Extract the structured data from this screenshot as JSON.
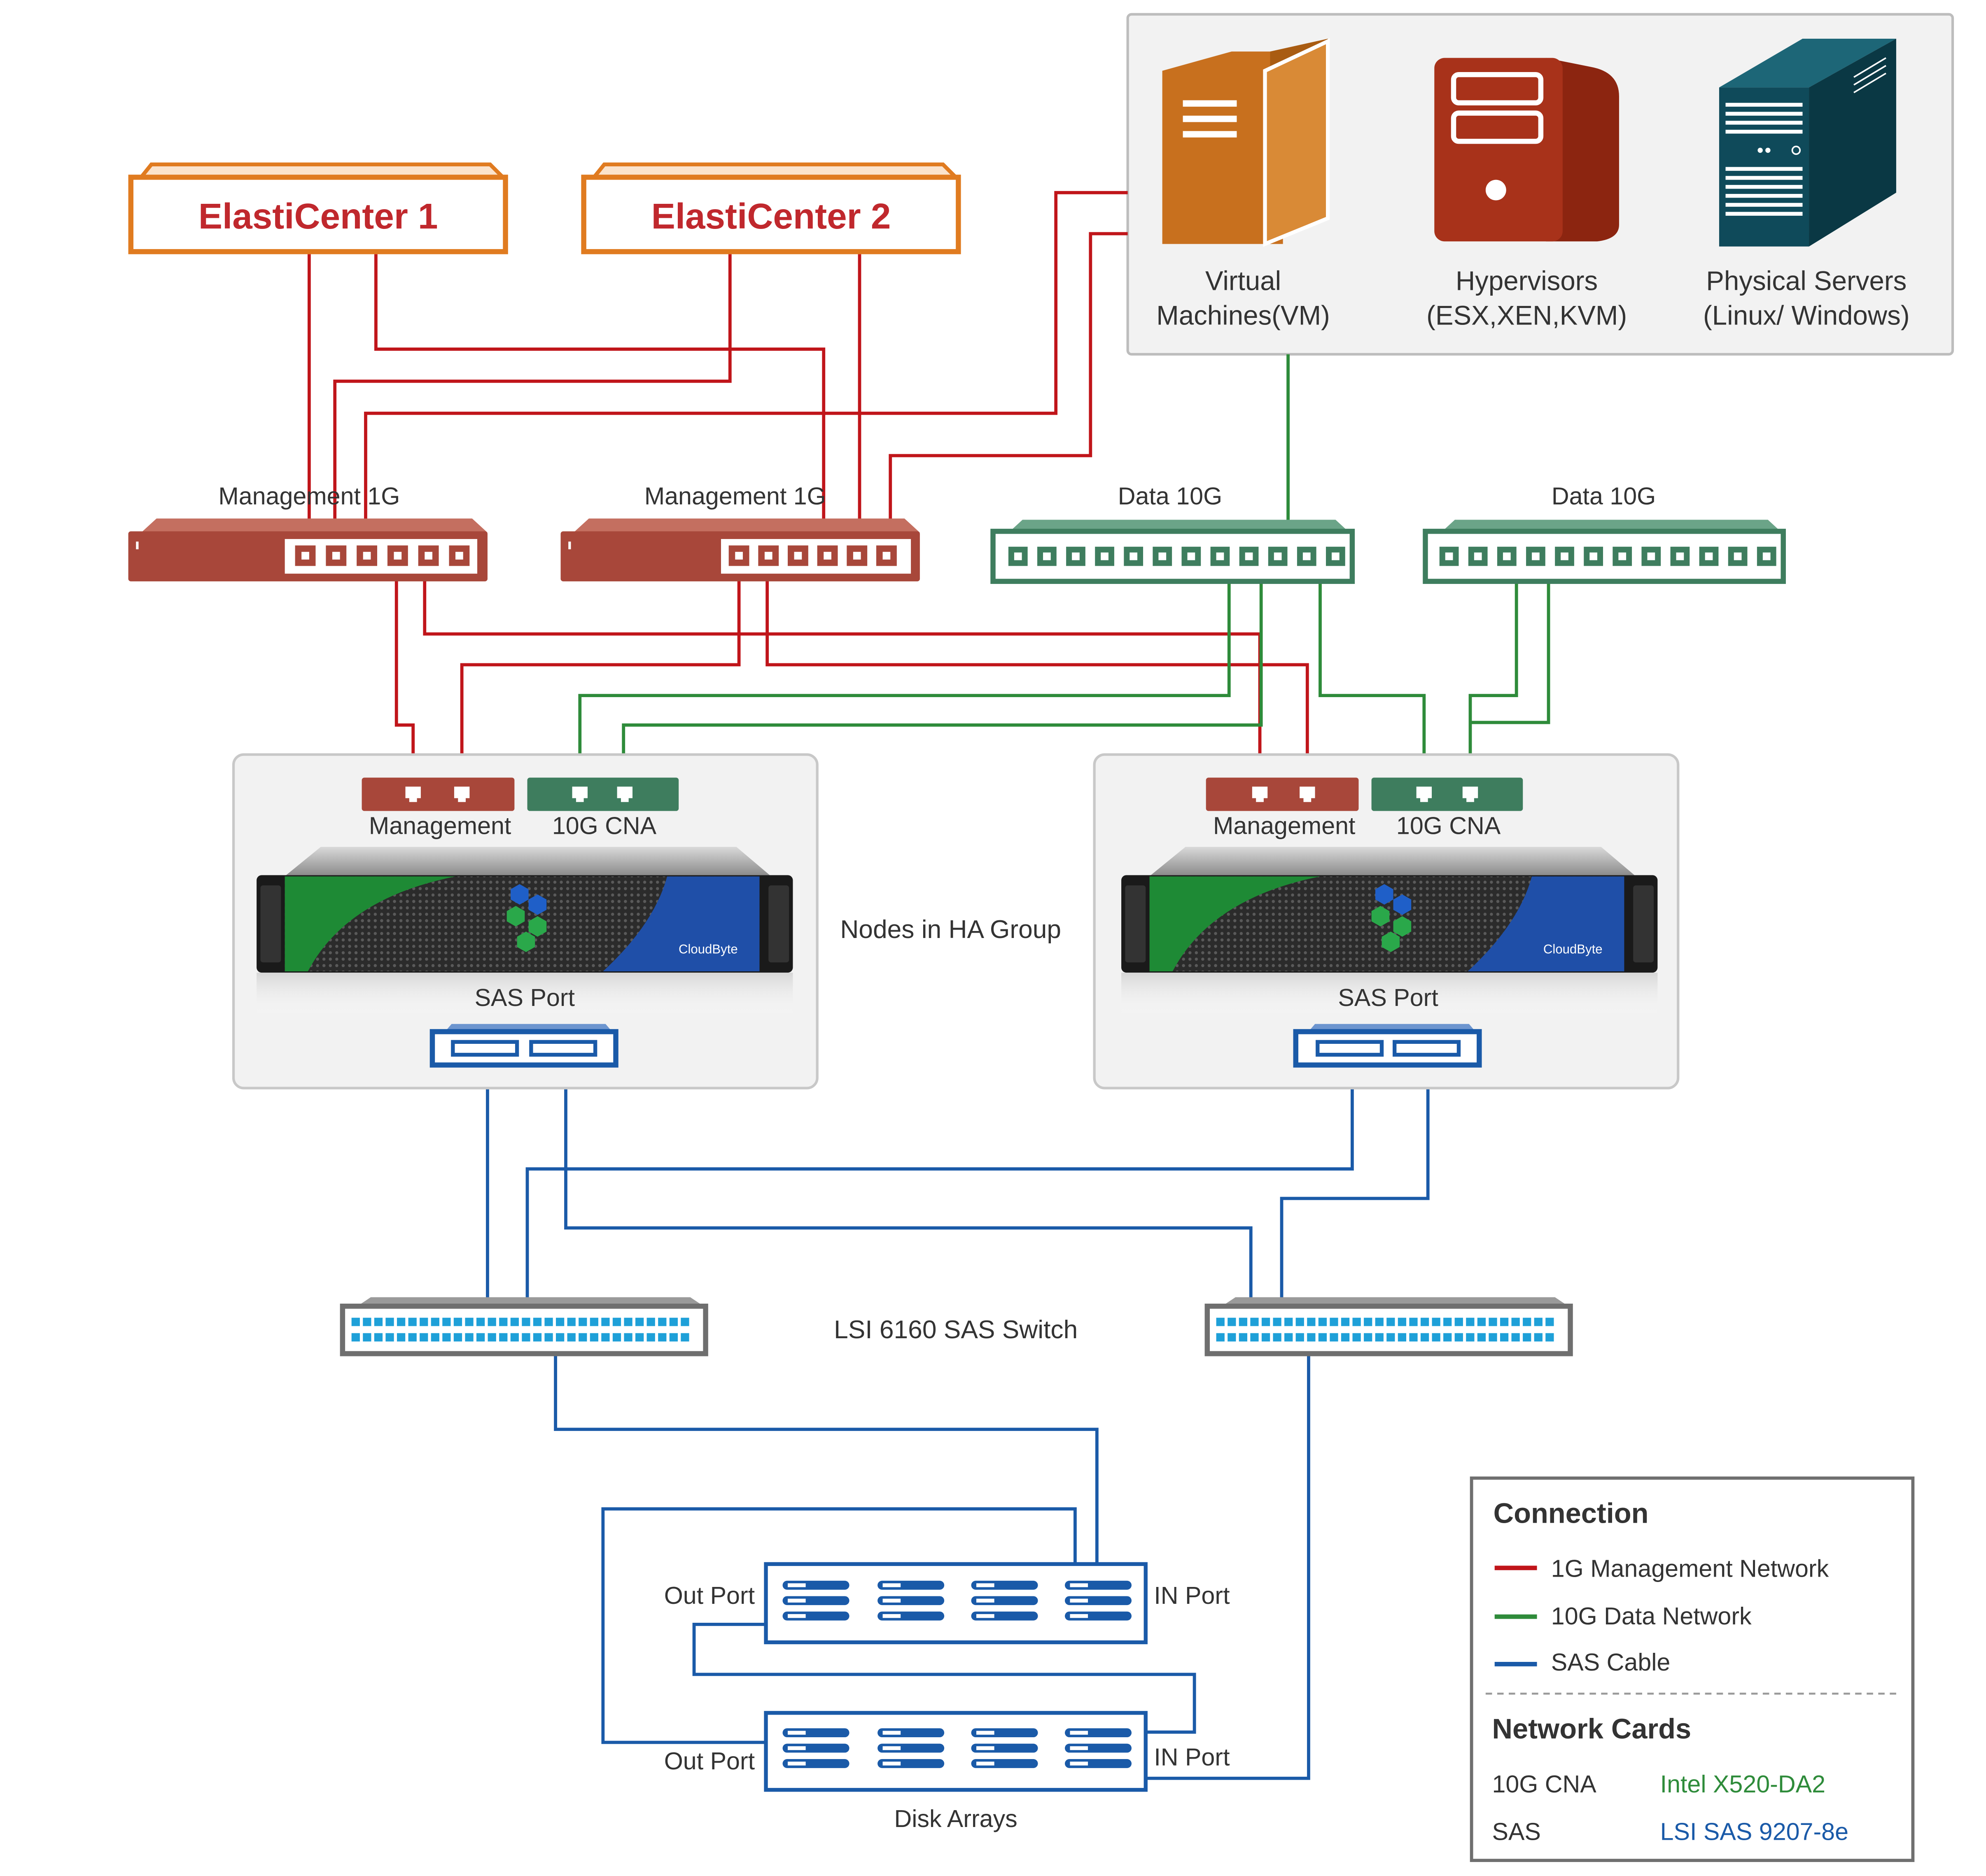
{
  "colors": {
    "management": "#c0151a",
    "data": "#2e8b3a",
    "sas": "#1a5aa8",
    "elasticenter_border": "#e07b20",
    "elasticenter_text": "#c0282d",
    "mgmt_switch": "#a8473a",
    "data_switch": "#3e7d5e",
    "vm_icon": "#c8701e",
    "hyp_icon": "#a8321a",
    "phys_icon": "#0f4a5a",
    "legend_card_cna": "#2e8b3a",
    "legend_card_sas": "#1a5aa8"
  },
  "elasticenters": [
    {
      "label": "ElastiCenter 1"
    },
    {
      "label": "ElastiCenter 2"
    }
  ],
  "clients": [
    {
      "line1": "Virtual",
      "line2": "Machines(VM)",
      "icon": "vm-icon"
    },
    {
      "line1": "Hypervisors",
      "line2": "(ESX,XEN,KVM)",
      "icon": "hypervisor-icon"
    },
    {
      "line1": "Physical Servers",
      "line2": "(Linux/ Windows)",
      "icon": "server-tower-icon"
    }
  ],
  "switches": {
    "mgmt": [
      "Management 1G",
      "Management 1G"
    ],
    "data": [
      "Data 10G",
      "Data 10G"
    ],
    "sas_label": "LSI 6160 SAS Switch"
  },
  "nodes": {
    "group_label": "Nodes in HA Group",
    "mgmt_label": "Management",
    "cna_label": "10G CNA",
    "sas_port_label": "SAS Port",
    "brand": "CloudByte"
  },
  "disk": {
    "out_port": "Out Port",
    "in_port": "IN Port",
    "label": "Disk Arrays"
  },
  "legend": {
    "connection_title": "Connection",
    "items": [
      {
        "label": "1G Management Network",
        "color": "#c0151a"
      },
      {
        "label": "10G Data Network",
        "color": "#2e8b3a"
      },
      {
        "label": "SAS Cable",
        "color": "#1a5aa8"
      }
    ],
    "cards_title": "Network Cards",
    "cards": [
      {
        "name": "10G CNA",
        "model": "Intel X520-DA2",
        "color": "#2e8b3a"
      },
      {
        "name": "SAS",
        "model": "LSI SAS 9207-8e",
        "color": "#1a5aa8"
      }
    ]
  }
}
